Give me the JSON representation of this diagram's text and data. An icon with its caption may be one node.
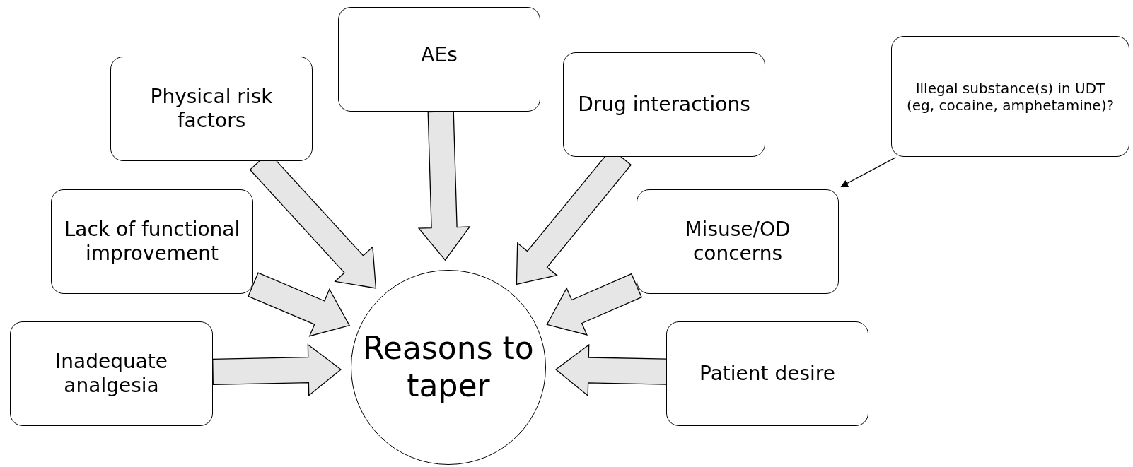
{
  "diagram": {
    "nodes": [
      {
        "text": [
          "Inadequate analgesia"
        ]
      },
      {
        "text": [
          "Lack of functional improvement"
        ]
      },
      {
        "text": [
          "Physical risk factors"
        ]
      },
      {
        "text": [
          "AEs"
        ]
      },
      {
        "text": [
          "Drug interactions"
        ]
      },
      {
        "text": [
          "Misuse/OD concerns"
        ]
      },
      {
        "text": [
          "Patient desire"
        ]
      },
      {
        "text": [
          "Illegal substance(s) in UDT (eg, cocaine, amphetamine)?"
        ]
      },
      {
        "text": [
          "Reasons to taper"
        ]
      }
    ],
    "edges": [
      {
        "from": 0,
        "to": 8,
        "arrow": "to",
        "style": "thick"
      },
      {
        "from": 1,
        "to": 8,
        "arrow": "to",
        "style": "thick"
      },
      {
        "from": 2,
        "to": 8,
        "arrow": "to",
        "style": "thick"
      },
      {
        "from": 3,
        "to": 8,
        "arrow": "to",
        "style": "thick"
      },
      {
        "from": 4,
        "to": 8,
        "arrow": "to",
        "style": "thick"
      },
      {
        "from": 5,
        "to": 8,
        "arrow": "to",
        "style": "thick"
      },
      {
        "from": 6,
        "to": 8,
        "arrow": "to",
        "style": "thick"
      },
      {
        "from": 7,
        "to": 5,
        "arrow": "to"
      }
    ]
  }
}
